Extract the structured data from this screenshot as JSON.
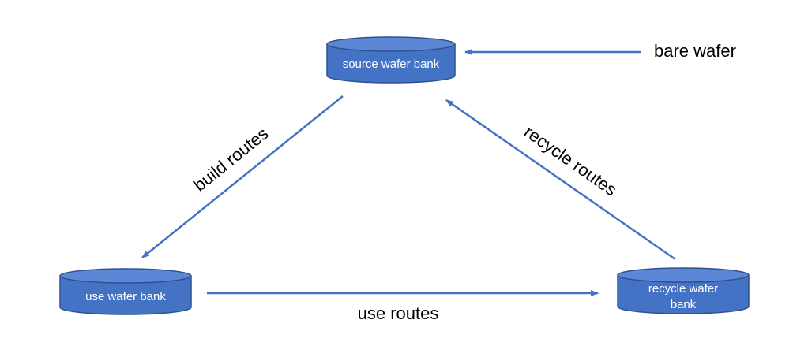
{
  "colors": {
    "node_fill": "#4472c4",
    "node_top": "#5b87d6",
    "node_stroke": "#2f528f",
    "arrow": "#4472c4",
    "text": "#000000",
    "node_text": "#ffffff"
  },
  "nodes": {
    "source": {
      "label": "source wafer bank"
    },
    "use": {
      "label": "use wafer bank"
    },
    "recycle": {
      "label_line1": "recycle wafer",
      "label_line2": "bank"
    }
  },
  "edges": {
    "input": {
      "label": "bare wafer"
    },
    "build": {
      "label": "build routes"
    },
    "use": {
      "label": "use routes"
    },
    "recycle": {
      "label": "recycle routes"
    }
  }
}
